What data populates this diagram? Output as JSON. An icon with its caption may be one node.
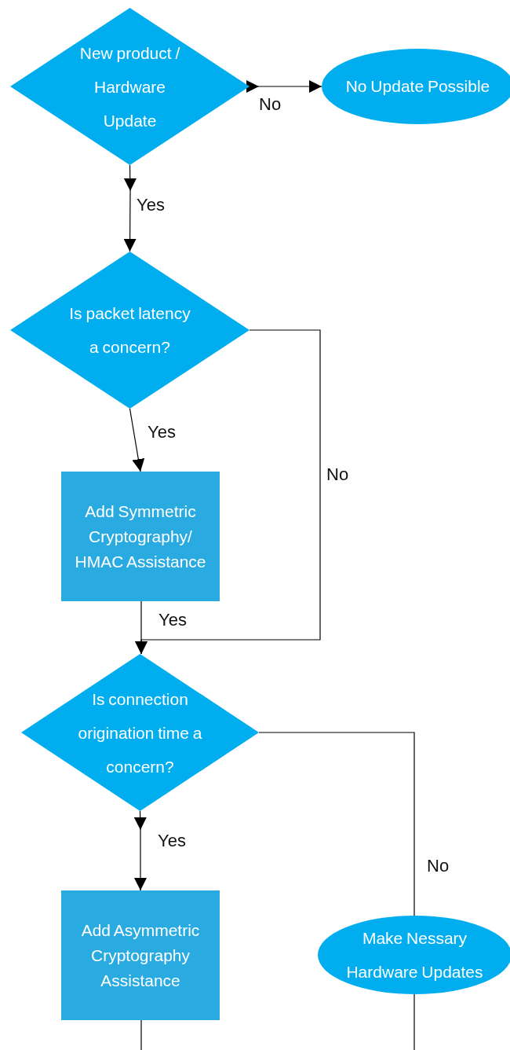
{
  "diagram": {
    "nodes": [
      {
        "text": [
          "New product / Hardware Update"
        ]
      },
      {
        "text": [
          "No Update Possible"
        ]
      },
      {
        "text": [
          "Is packet latency a concern?"
        ]
      },
      {
        "text": [
          "Add Symmetric Cryptography/ HMAC Assistance"
        ]
      },
      {
        "text": [
          "Is connection origination time a concern?"
        ]
      },
      {
        "text": [
          "Add Asymmetric Cryptography Assistance"
        ]
      },
      {
        "text": [
          "Make Nessary Hardware Updates"
        ]
      }
    ],
    "edges": [
      {
        "from": 0,
        "to": 1,
        "arrow": "to",
        "label": "No"
      },
      {
        "from": 0,
        "to": 2,
        "arrow": "to",
        "label": "Yes"
      },
      {
        "from": 2,
        "to": 3,
        "arrow": "to",
        "label": "Yes"
      },
      {
        "from": 2,
        "to": 4,
        "arrow": "to",
        "label": "No"
      },
      {
        "from": 3,
        "to": 4,
        "arrow": "to",
        "label": "Yes"
      },
      {
        "from": 4,
        "to": 5,
        "arrow": "to",
        "label": "Yes"
      },
      {
        "from": 4,
        "to": 6,
        "arrow": "none",
        "label": "No"
      },
      {
        "from": 5,
        "to": null,
        "arrow": "none"
      },
      {
        "from": 6,
        "to": null,
        "arrow": "none"
      }
    ]
  }
}
